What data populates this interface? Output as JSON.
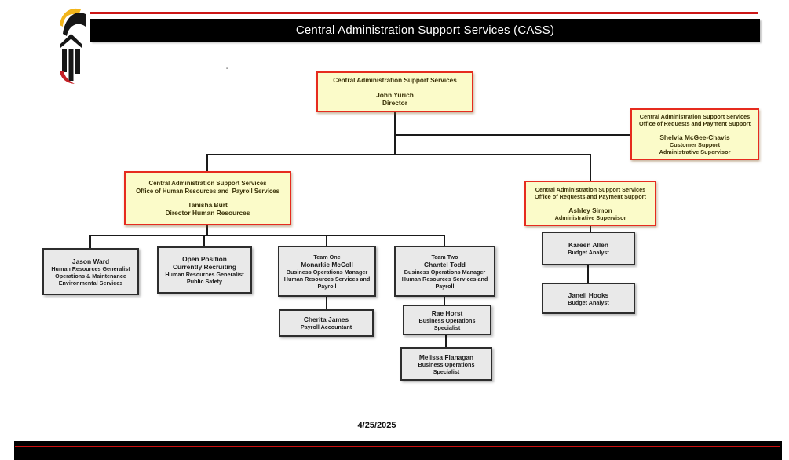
{
  "header": {
    "title": "Central Administration Support Services (CASS)",
    "logo": "university-of-maryland-baltimore-logo",
    "accent_color": "#cc1616",
    "bar_color": "#000000"
  },
  "stray_mark": "'",
  "colors": {
    "exec_fill": "#fbfbc9",
    "exec_border": "#e62b1e",
    "staff_fill": "#e9e9e9",
    "staff_border": "#2d2d2d",
    "connector": "#1a1a1a"
  },
  "org_chart": {
    "nodes": {
      "root": {
        "lines": [
          {
            "t": "Central Administration Support Services",
            "s": "org"
          },
          {
            "t": "",
            "s": "gap"
          },
          {
            "t": "John Yurich",
            "s": "name"
          },
          {
            "t": "Director",
            "s": "name"
          }
        ]
      },
      "shelvia": {
        "lines": [
          {
            "t": "Central Administration Support Services",
            "s": "org"
          },
          {
            "t": "Office of Requests and Payment Support",
            "s": "org"
          },
          {
            "t": "",
            "s": "gap"
          },
          {
            "t": "Shelvia McGee-Chavis",
            "s": "name"
          },
          {
            "t": "Customer Support",
            "s": "title"
          },
          {
            "t": "Administrative Supervisor",
            "s": "title"
          }
        ]
      },
      "tanisha": {
        "lines": [
          {
            "t": "Central Administration Support Services",
            "s": "org"
          },
          {
            "t": "Office of Human Resources and  Payroll Services",
            "s": "org"
          },
          {
            "t": "",
            "s": "gap"
          },
          {
            "t": "Tanisha Burt",
            "s": "name"
          },
          {
            "t": "Director Human Resources",
            "s": "name"
          }
        ]
      },
      "ashley": {
        "lines": [
          {
            "t": "Central Administration Support Services",
            "s": "org"
          },
          {
            "t": "Office of Requests and Payment Support",
            "s": "org"
          },
          {
            "t": "",
            "s": "gap"
          },
          {
            "t": "Ashley Simon",
            "s": "name"
          },
          {
            "t": "Administrative Supervisor",
            "s": "title"
          }
        ]
      },
      "jason": {
        "lines": [
          {
            "t": "Jason Ward",
            "s": "name"
          },
          {
            "t": "Human Resources Generalist",
            "s": "title"
          },
          {
            "t": "Operations & Maintenance",
            "s": "title"
          },
          {
            "t": "Environmental Services",
            "s": "title"
          }
        ]
      },
      "open": {
        "lines": [
          {
            "t": "Open Position",
            "s": "name"
          },
          {
            "t": "Currently Recruiting",
            "s": "name"
          },
          {
            "t": "Human Resources Generalist",
            "s": "title"
          },
          {
            "t": "Public Safety",
            "s": "title"
          }
        ]
      },
      "team1": {
        "lines": [
          {
            "t": "Team One",
            "s": "title"
          },
          {
            "t": "Monarkie McColl",
            "s": "name"
          },
          {
            "t": "Business Operations Manager",
            "s": "title"
          },
          {
            "t": "Human Resources Services and",
            "s": "title"
          },
          {
            "t": "Payroll",
            "s": "title"
          }
        ]
      },
      "team2": {
        "lines": [
          {
            "t": "Team Two",
            "s": "title"
          },
          {
            "t": "Chantel Todd",
            "s": "name"
          },
          {
            "t": "Business Operations Manager",
            "s": "title"
          },
          {
            "t": "Human Resources Services and",
            "s": "title"
          },
          {
            "t": "Payroll",
            "s": "title"
          }
        ]
      },
      "cherita": {
        "lines": [
          {
            "t": "Cherita James",
            "s": "name"
          },
          {
            "t": "Payroll Accountant",
            "s": "title"
          }
        ]
      },
      "rae": {
        "lines": [
          {
            "t": "Rae Horst",
            "s": "name"
          },
          {
            "t": "Business Operations",
            "s": "title"
          },
          {
            "t": "Specialist",
            "s": "title"
          }
        ]
      },
      "melissa": {
        "lines": [
          {
            "t": "Melissa Flanagan",
            "s": "name"
          },
          {
            "t": "Business Operations",
            "s": "title"
          },
          {
            "t": "Specialist",
            "s": "title"
          }
        ]
      },
      "kareen": {
        "lines": [
          {
            "t": "Kareen Allen",
            "s": "name"
          },
          {
            "t": "Budget Analyst",
            "s": "title"
          }
        ]
      },
      "janeil": {
        "lines": [
          {
            "t": "Janeil Hooks",
            "s": "name"
          },
          {
            "t": "Budget Analyst",
            "s": "title"
          }
        ]
      }
    }
  },
  "footer": {
    "date": "4/25/2025"
  }
}
